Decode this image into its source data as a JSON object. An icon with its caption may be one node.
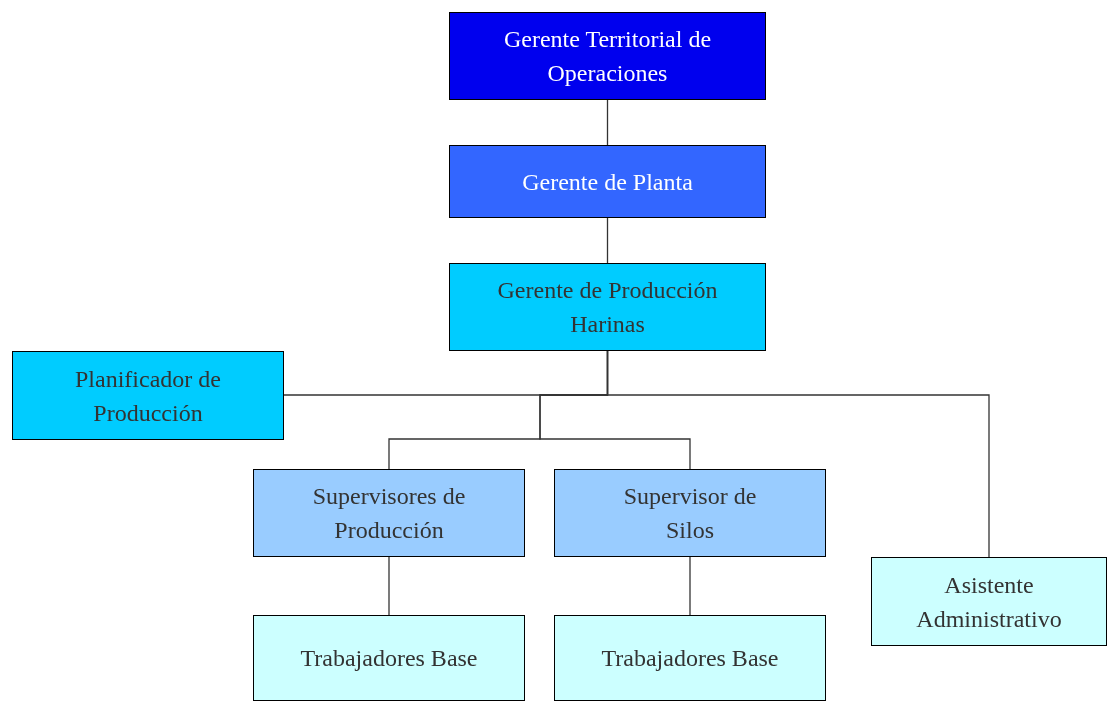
{
  "diagram": {
    "nodes": [
      {
        "text": [
          "Gerente Territorial de Operaciones"
        ]
      },
      {
        "text": [
          "Gerente de Planta"
        ]
      },
      {
        "text": [
          "Gerente de Producción Harinas"
        ]
      },
      {
        "text": [
          "Planificador de Producción"
        ]
      },
      {
        "text": [
          "Supervisores de Producción"
        ]
      },
      {
        "text": [
          "Supervisor de Silos"
        ]
      },
      {
        "text": [
          "Asistente Administrativo"
        ]
      },
      {
        "text": [
          "Trabajadores Base"
        ]
      },
      {
        "text": [
          "Trabajadores Base"
        ]
      }
    ],
    "edges": [
      {
        "from": 0,
        "to": 1,
        "arrow": "none"
      },
      {
        "from": 1,
        "to": 2,
        "arrow": "none"
      },
      {
        "from": 2,
        "to": 3,
        "arrow": "none"
      },
      {
        "from": 2,
        "to": 4,
        "arrow": "none"
      },
      {
        "from": 2,
        "to": 5,
        "arrow": "none"
      },
      {
        "from": 2,
        "to": 6,
        "arrow": "none"
      },
      {
        "from": 4,
        "to": 7,
        "arrow": "none"
      },
      {
        "from": 5,
        "to": 8,
        "arrow": "none"
      }
    ]
  }
}
